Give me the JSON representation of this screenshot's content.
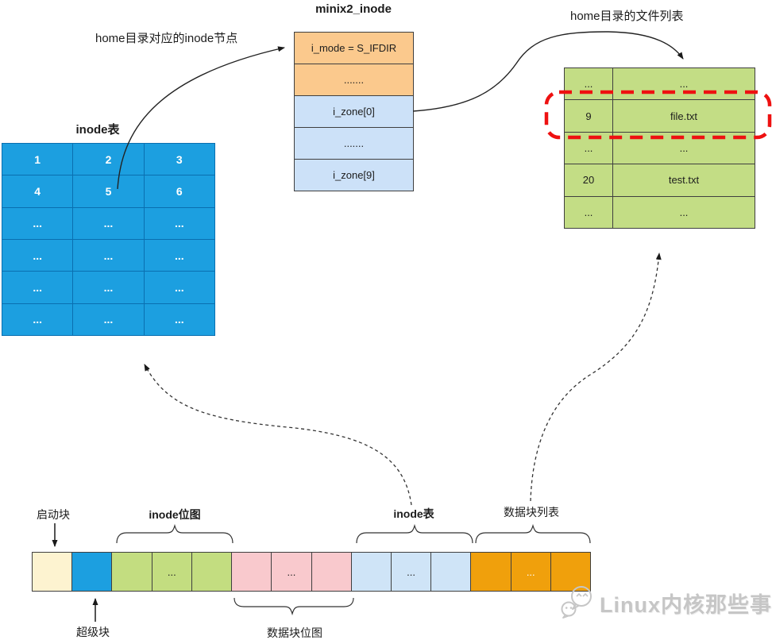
{
  "titles": {
    "minix2_inode": "minix2_inode",
    "inode_table_left": "inode表"
  },
  "annotations": {
    "arrow_to_inode": "home目录对应的inode节点",
    "home_dir_file_list": "home目录的文件列表"
  },
  "inode_table": {
    "rows": [
      [
        "1",
        "2",
        "3"
      ],
      [
        "4",
        "5",
        "6"
      ],
      [
        "...",
        "...",
        "..."
      ],
      [
        "...",
        "...",
        "..."
      ],
      [
        "...",
        "...",
        "..."
      ],
      [
        "...",
        "...",
        "..."
      ]
    ]
  },
  "minix2_inode_fields": [
    "i_mode = S_IFDIR",
    ".......",
    "i_zone[0]",
    ".......",
    "i_zone[9]"
  ],
  "file_list": {
    "rows": [
      {
        "inode": "...",
        "name": "..."
      },
      {
        "inode": "9",
        "name": "file.txt"
      },
      {
        "inode": "...",
        "name": "..."
      },
      {
        "inode": "20",
        "name": "test.txt"
      },
      {
        "inode": "...",
        "name": "..."
      }
    ]
  },
  "disk_layout": {
    "labels": {
      "boot_block": "启动块",
      "super_block": "超级块",
      "inode_bitmap": "inode位图",
      "data_bitmap": "数据块位图",
      "inode_table": "inode表",
      "data_block_list": "数据块列表"
    },
    "cells": [
      "",
      "",
      "",
      "...",
      "",
      "",
      "...",
      "",
      "",
      "...",
      "",
      "",
      "...",
      ""
    ]
  },
  "watermark": {
    "text": "Linux内核那些事"
  },
  "colors": {
    "inode_table_blue": "#1c9fe0",
    "inode_table_border": "#0a6fb0",
    "minix2_orange": "#fbc98d",
    "minix2_light_blue": "#cce1f8",
    "file_list_green": "#c3dd85",
    "boot_yellow": "#fdf3d0",
    "bitmap_pink": "#f9c9cd",
    "strip_light_blue": "#cfe4f7",
    "data_orange": "#f0a00c",
    "highlight_red": "#ee1111",
    "watermark_gray": "#c6c6c6"
  }
}
